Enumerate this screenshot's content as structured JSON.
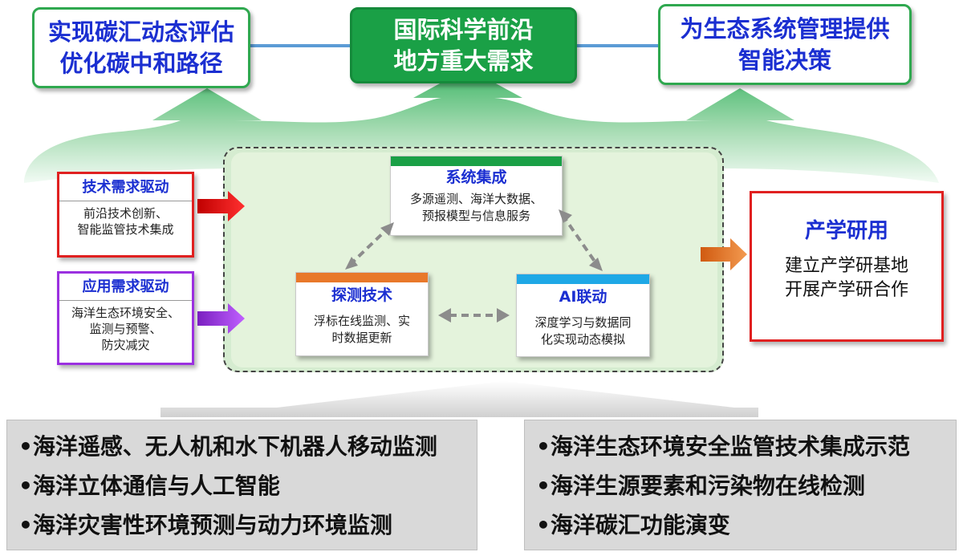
{
  "goals": {
    "left": {
      "line1": "实现碳汇动态评估",
      "line2": "优化碳中和路径"
    },
    "center": {
      "line1": "国际科学前沿",
      "line2": "地方重大需求"
    },
    "right": {
      "line1": "为生态系统管理提供",
      "line2": "智能决策"
    }
  },
  "drivers": {
    "tech": {
      "title": "技术需求驱动",
      "line1": "前沿技术创新、",
      "line2": "智能监管技术集成"
    },
    "app": {
      "title": "应用需求驱动",
      "line1": "海洋生态环境安全、",
      "line2": "监测与预警、",
      "line3": "防灾减灾"
    }
  },
  "modules": {
    "system": {
      "title": "系统集成",
      "line1": "多源遥测、海洋大数据、",
      "line2": "预报模型与信息服务"
    },
    "detect": {
      "title": "探测技术",
      "line1": "浮标在线监测、实",
      "line2": "时数据更新"
    },
    "ai": {
      "title": "AI联动",
      "line1": "深度学习与数据同",
      "line2": "化实现动态模拟"
    }
  },
  "industry": {
    "title": "产学研用",
    "line1": "建立产学研基地",
    "line2": "开展产学研合作"
  },
  "bottom_left": [
    "•海洋遥感、无人机和水下机器人移动监测",
    "•海洋立体通信与人工智能",
    "•海洋灾害性环境预测与动力环境监测"
  ],
  "bottom_right": [
    "•海洋生态环境安全监管技术集成示范",
    "•海洋生源要素和污染物在线检测",
    "•海洋碳汇功能演变"
  ],
  "colors": {
    "green": "#1aa046",
    "blue_text": "#1b2fd1",
    "red": "#e02020",
    "purple": "#9b30e0",
    "orange": "#e8782a",
    "cyan": "#1ea8e6"
  }
}
